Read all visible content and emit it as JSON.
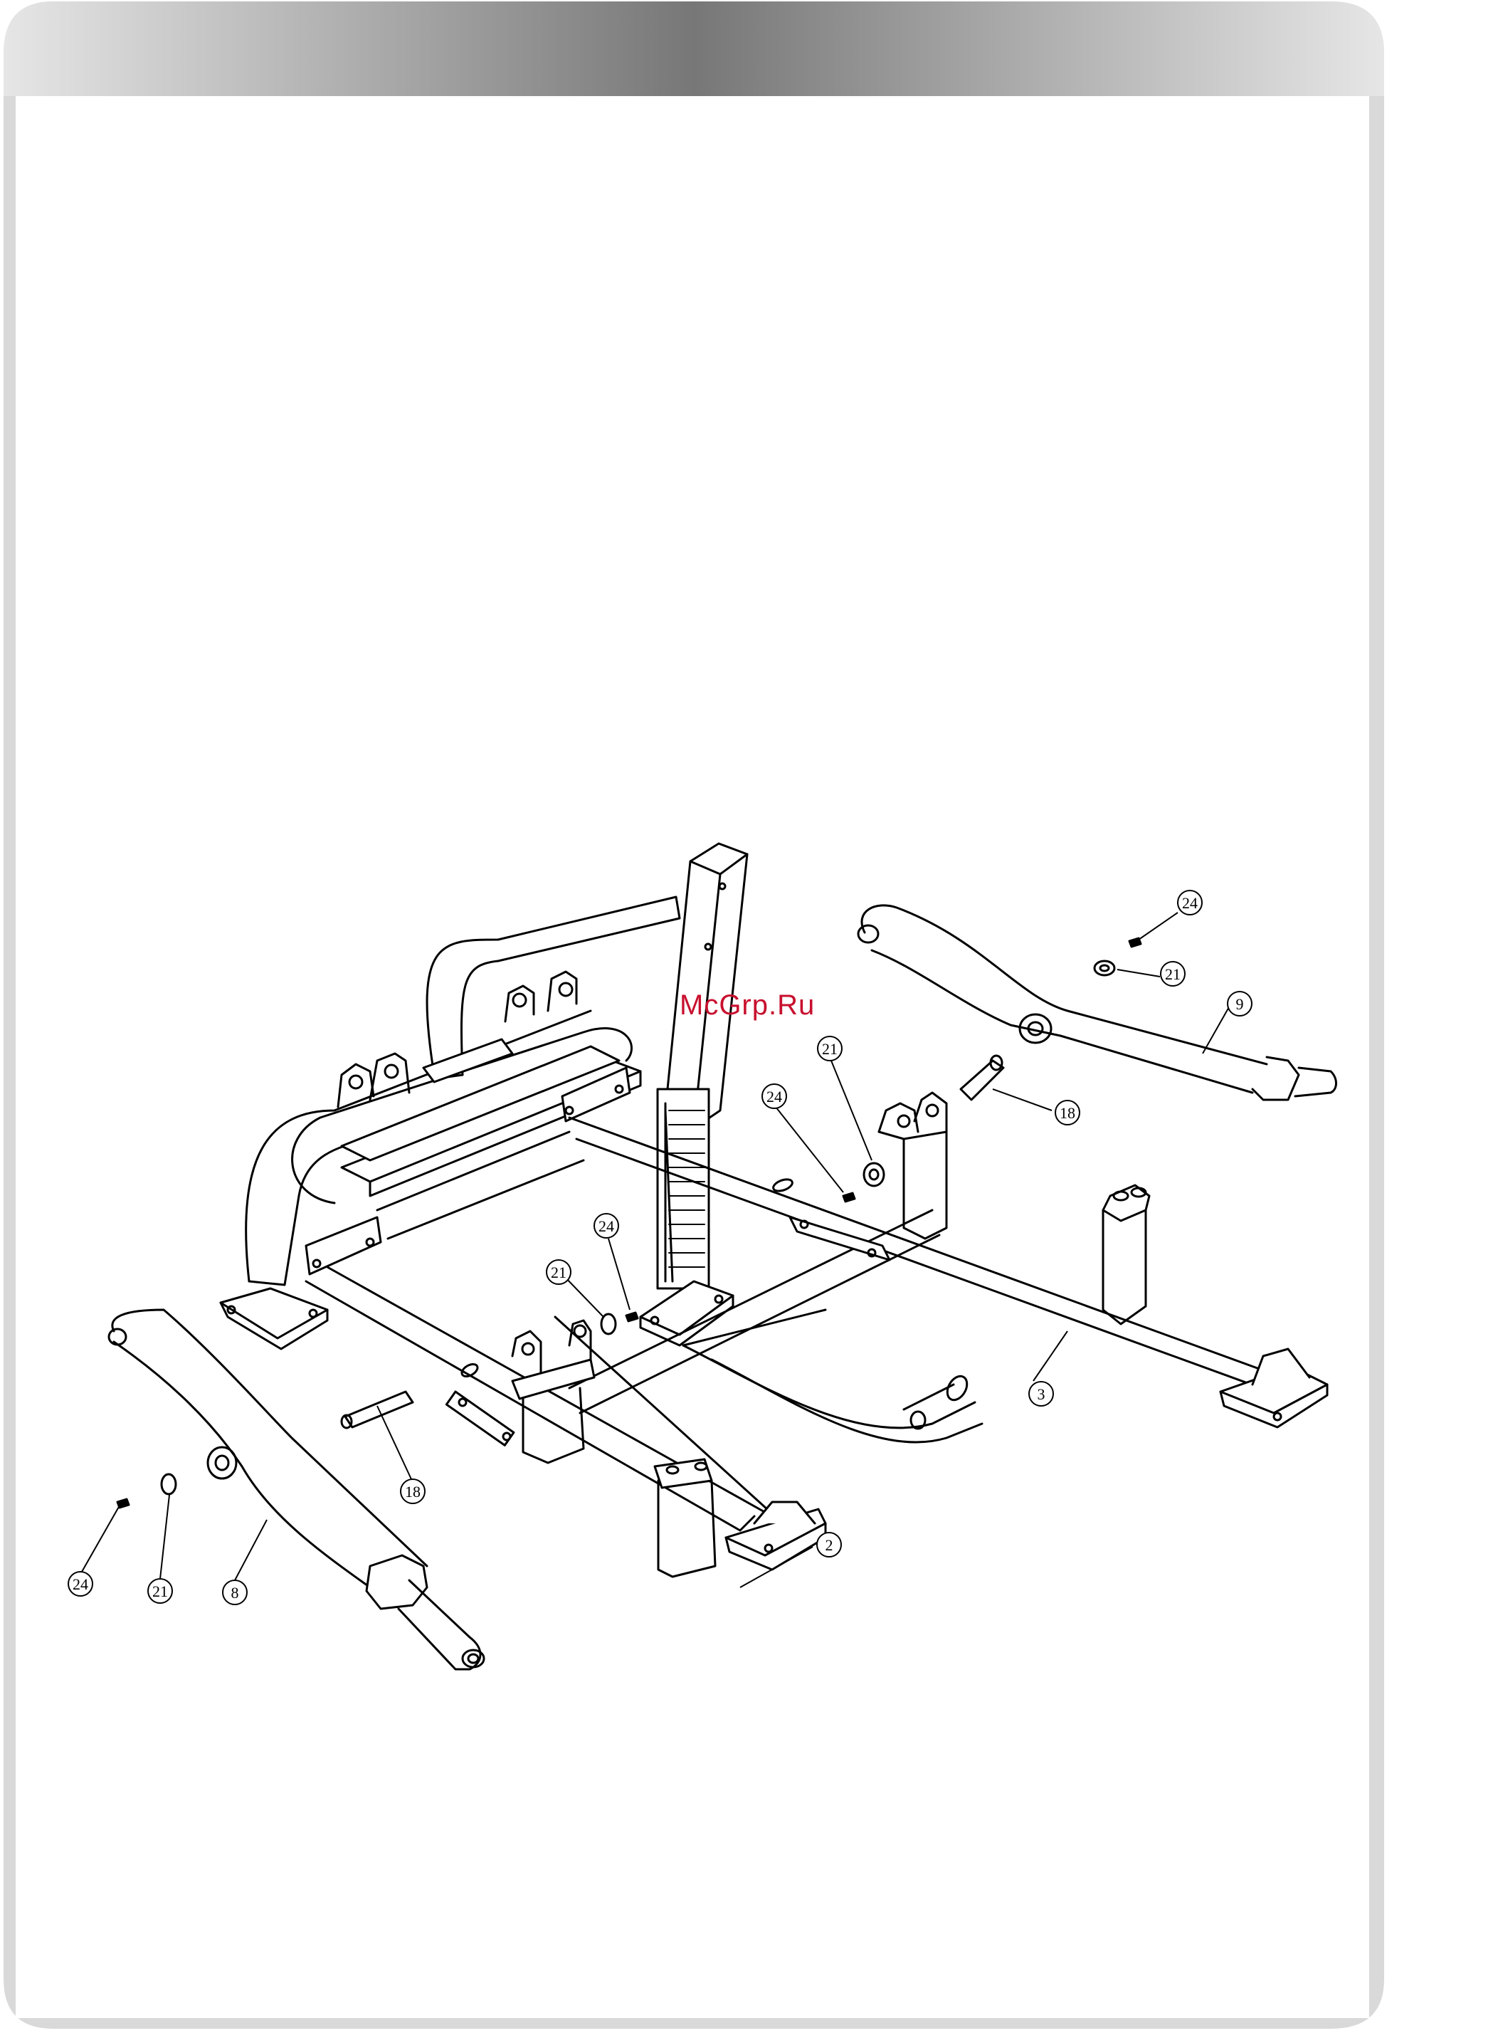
{
  "diagram": {
    "watermark": "McGrp.Ru",
    "callouts": [
      {
        "id": "c-24-top",
        "label": "24"
      },
      {
        "id": "c-21-top",
        "label": "21"
      },
      {
        "id": "c-9",
        "label": "9"
      },
      {
        "id": "c-18-right",
        "label": "18"
      },
      {
        "id": "c-21-mid",
        "label": "21"
      },
      {
        "id": "c-24-mid",
        "label": "24"
      },
      {
        "id": "c-3",
        "label": "3"
      },
      {
        "id": "c-24-center",
        "label": "24"
      },
      {
        "id": "c-21-center",
        "label": "21"
      },
      {
        "id": "c-18-left",
        "label": "18"
      },
      {
        "id": "c-2",
        "label": "2"
      },
      {
        "id": "c-24-left",
        "label": "24"
      },
      {
        "id": "c-21-left",
        "label": "21"
      },
      {
        "id": "c-8",
        "label": "8"
      }
    ]
  },
  "colors": {
    "header_gradient_edge": "#e6e6e6",
    "header_gradient_center": "#7a7a7a",
    "border": "#d9d9d9",
    "watermark": "#c8102e"
  }
}
